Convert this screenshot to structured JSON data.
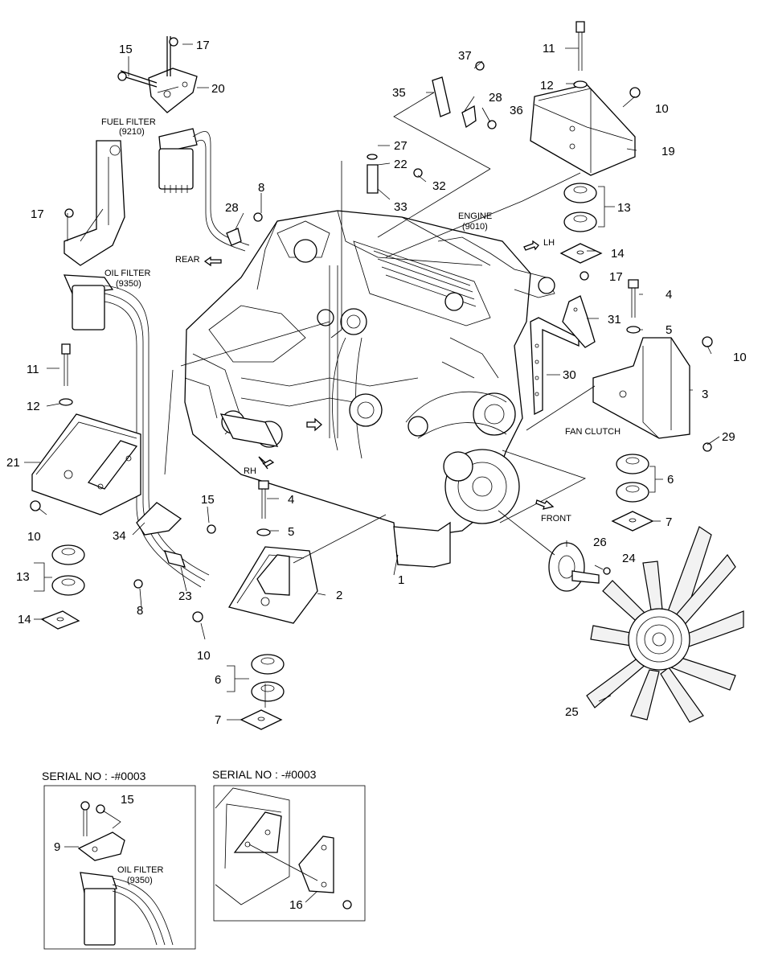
{
  "labels": {
    "fuel_filter": "FUEL FILTER",
    "fuel_filter_code": "(9210)",
    "oil_filter": "OIL FILTER",
    "oil_filter_code": "(9350)",
    "engine": "ENGINE",
    "engine_code": "(9010)",
    "rear": "REAR",
    "lh": "LH",
    "rh": "RH",
    "front": "FRONT",
    "fan_clutch": "FAN CLUTCH"
  },
  "callouts": {
    "c1": "1",
    "c2": "2",
    "c3": "3",
    "c4a": "4",
    "c4b": "4",
    "c5a": "5",
    "c5b": "5",
    "c6a": "6",
    "c6b": "6",
    "c7a": "7",
    "c7b": "7",
    "c8a": "8",
    "c8b": "8",
    "c10a": "10",
    "c10b": "10",
    "c10c": "10",
    "c10d": "10",
    "c11a": "11",
    "c11b": "11",
    "c12a": "12",
    "c12b": "12",
    "c13a": "13",
    "c13b": "13",
    "c14a": "14",
    "c14b": "14",
    "c15a": "15",
    "c15b": "15",
    "c17a": "17",
    "c17b": "17",
    "c17c": "17",
    "c19": "19",
    "c20": "20",
    "c21": "21",
    "c22": "22",
    "c23": "23",
    "c24": "24",
    "c25": "25",
    "c26": "26",
    "c27": "27",
    "c28a": "28",
    "c28b": "28",
    "c29": "29",
    "c30": "30",
    "c31": "31",
    "c32": "32",
    "c33": "33",
    "c34": "34",
    "c35": "35",
    "c36": "36",
    "c37": "37"
  },
  "inset_left": {
    "title": "SERIAL NO : -#0003",
    "c15": "15",
    "c9": "9",
    "oil_filter": "OIL FILTER",
    "oil_filter_code": "(9350)"
  },
  "inset_right": {
    "title": "SERIAL NO : -#0003",
    "c16": "16"
  }
}
